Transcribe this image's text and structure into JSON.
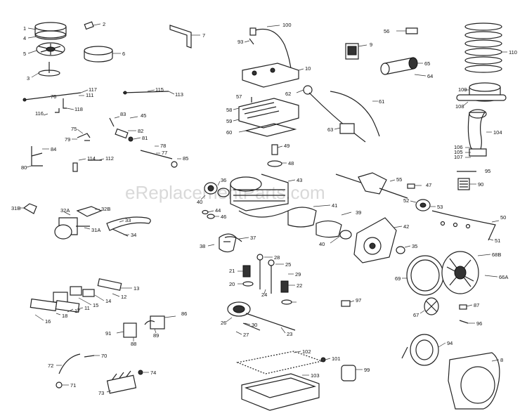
{
  "watermark": "eReplacementParts.com",
  "labels": [
    "1",
    "2",
    "3",
    "4",
    "5",
    "6",
    "7",
    "100",
    "93",
    "9",
    "56",
    "110",
    "10",
    "65",
    "64",
    "109",
    "108",
    "104",
    "76",
    "117",
    "111",
    "118",
    "116",
    "115",
    "113",
    "57",
    "58",
    "59",
    "60",
    "62",
    "61",
    "63",
    "83",
    "45",
    "82",
    "81",
    "75",
    "79",
    "78",
    "77",
    "85",
    "84",
    "86",
    "80",
    "114",
    "112",
    "106",
    "105",
    "107",
    "49",
    "48",
    "95",
    "90",
    "36",
    "40",
    "43",
    "55",
    "47",
    "52",
    "53",
    "50",
    "51",
    "31B",
    "32A",
    "32B",
    "31A",
    "33",
    "34",
    "44",
    "46",
    "41",
    "39",
    "38",
    "37",
    "42",
    "40",
    "35",
    "68B",
    "66A",
    "69",
    "21",
    "28",
    "25",
    "29",
    "22",
    "20",
    "24",
    "13",
    "12",
    "14",
    "15",
    "16",
    "17",
    "18",
    "11",
    "97",
    "67",
    "87",
    "96",
    "26",
    "30",
    "27",
    "23",
    "86",
    "91",
    "88",
    "89",
    "72",
    "70",
    "102",
    "101",
    "94",
    "8",
    "74",
    "71",
    "73",
    "103",
    "99"
  ]
}
